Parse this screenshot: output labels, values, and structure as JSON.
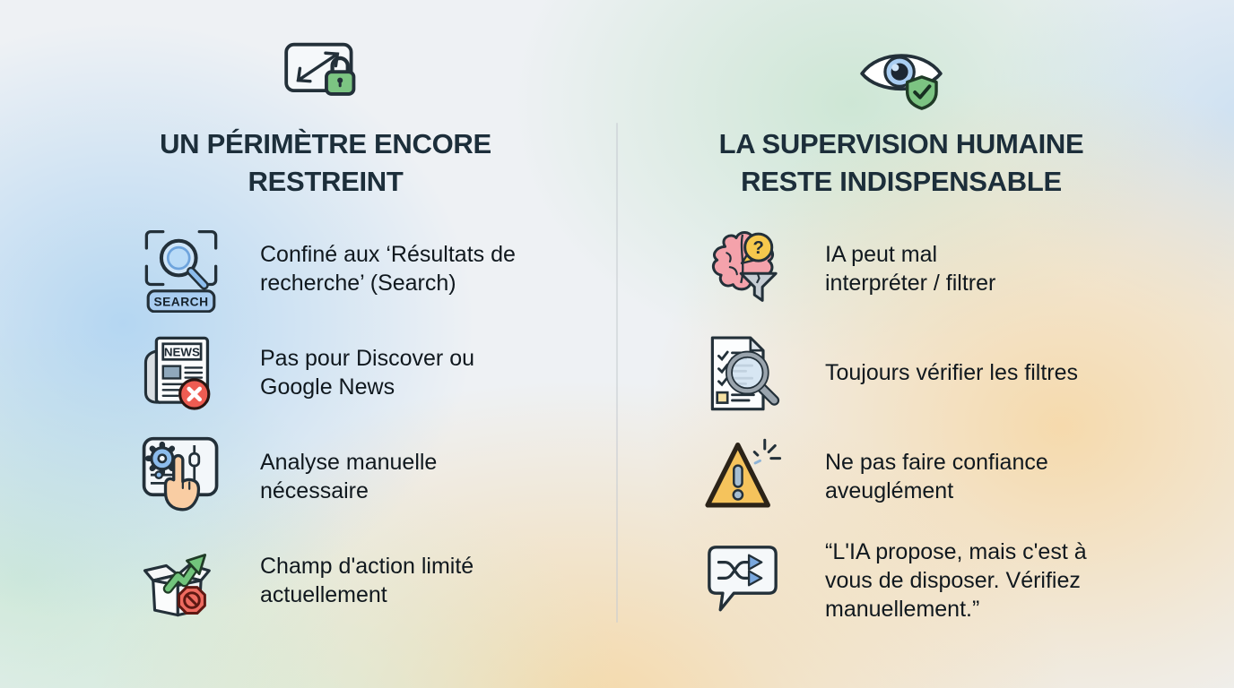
{
  "colors": {
    "title": "#1c2e3a",
    "body-text": "#10181e",
    "ink": "#233039",
    "divider": "#c7ccd1",
    "accent-blue": "#8cbcec",
    "accent-blue-light": "#b9dbf7",
    "accent-green": "#7cc482",
    "accent-red": "#ee5c52",
    "accent-yellow": "#f6c84d",
    "accent-orange": "#f5c35c",
    "accent-pink": "#f4a2ab",
    "accent-gray": "#c6cdd4",
    "accent-skin": "#f9cda3"
  },
  "left": {
    "header_icon": "resize-lock-icon",
    "title_lines": [
      "UN PÉRIMÈTRE ENCORE",
      "RESTREINT"
    ],
    "items": [
      {
        "icon": "search-frame-icon",
        "badge": "SEARCH",
        "lines": [
          "Confiné aux ‘Résultats de",
          "recherche’ (Search)"
        ]
      },
      {
        "icon": "news-blocked-icon",
        "news_label": "NEWS",
        "lines": [
          "Pas pour Discover ou",
          "Google News"
        ]
      },
      {
        "icon": "manual-controls-icon",
        "lines": [
          "Analyse manuelle",
          "nécessaire"
        ]
      },
      {
        "icon": "limited-scope-icon",
        "lines": [
          "Champ d'action limité",
          "actuellement"
        ]
      }
    ]
  },
  "right": {
    "header_icon": "eye-shield-icon",
    "title_lines": [
      "LA SUPERVISION HUMAINE",
      "RESTE INDISPENSABLE"
    ],
    "items": [
      {
        "icon": "brain-filter-icon",
        "bubble_char": "?",
        "lines": [
          "IA peut mal",
          "interpréter / filtrer"
        ]
      },
      {
        "icon": "checklist-magnifier-icon",
        "lines": [
          "Toujours vérifier les filtres"
        ]
      },
      {
        "icon": "warning-burst-icon",
        "lines": [
          "Ne pas faire confiance",
          "aveuglément"
        ]
      },
      {
        "icon": "shuffle-bubble-icon",
        "lines": [
          "“L'IA propose, mais c'est à",
          "vous de disposer. Vérifiez",
          "manuellement.”"
        ]
      }
    ]
  }
}
